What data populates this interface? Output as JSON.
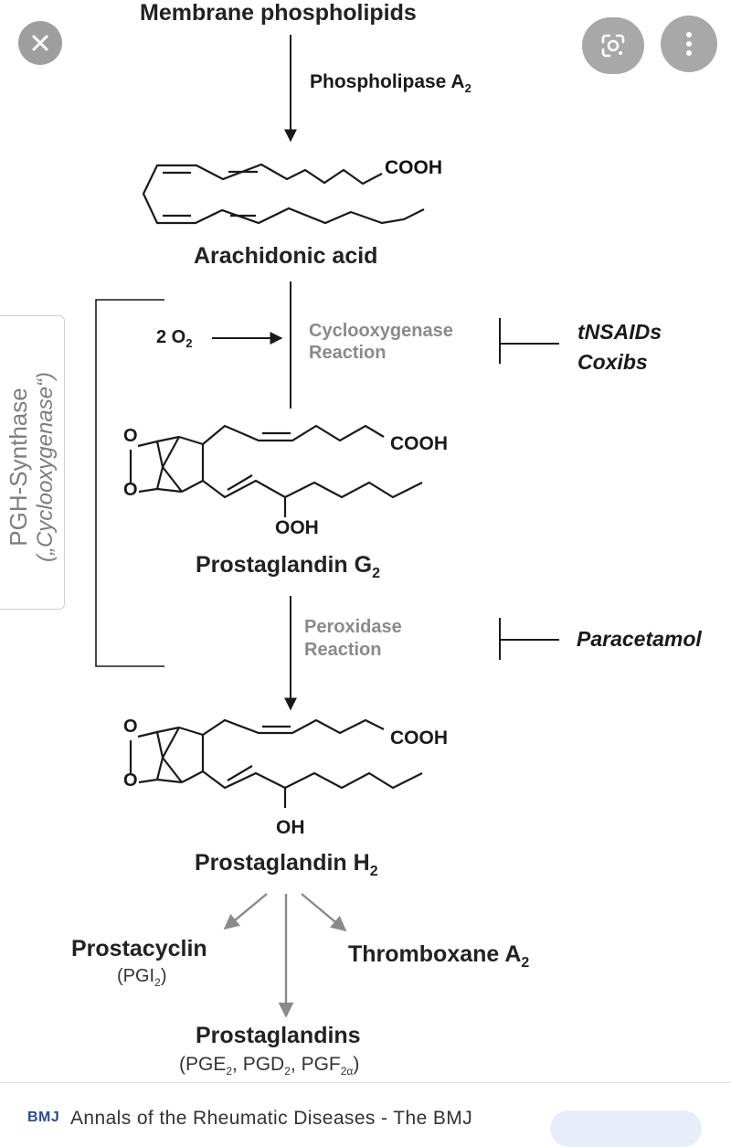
{
  "overlay": {
    "close_icon": "close-icon",
    "lens_icon": "lens-search-icon",
    "more_icon": "more-vertical-icon"
  },
  "diagram": {
    "membrane": "Membrane phospholipids",
    "phospholipase": "Phospholipase A",
    "phospholipase_sub": "2",
    "cooh": "COOH",
    "arachidonic": "Arachidonic acid",
    "two_o2": "2 O",
    "two_o2_sub": "2",
    "cox_reaction_1": "Cyclooxygenase",
    "cox_reaction_2": "Reaction",
    "inhib_1_line1": "tNSAIDs",
    "inhib_1_line2": "Coxibs",
    "enzyme_line1": "PGH-Synthase",
    "enzyme_line2": "(„Cyclooxygenase“)",
    "ring_o": "O",
    "ooh": "OOH",
    "pgg2": "Prostaglandin G",
    "pgg2_sub": "2",
    "perox_1": "Peroxidase",
    "perox_2": "Reaction",
    "inhib_2": "Paracetamol",
    "oh": "OH",
    "pgh2": "Prostaglandin H",
    "pgh2_sub": "2",
    "prostacyclin": "Prostacyclin",
    "pgi2_open": "(PGI",
    "pgi2_sub": "2",
    "pgi2_close": ")",
    "thromboxane": "Thromboxane A",
    "thromboxane_sub": "2",
    "prostaglandins": "Prostaglandins",
    "pg_open": "(PGE",
    "pg_sub1": "2",
    "pg_mid1": ", PGD",
    "pg_sub2": "2",
    "pg_mid2": ", PGF",
    "pg_sub3": "2α",
    "pg_close": ")"
  },
  "footer": {
    "logo": "BMJ",
    "source": "Annals of the Rheumatic Diseases - The BMJ"
  }
}
